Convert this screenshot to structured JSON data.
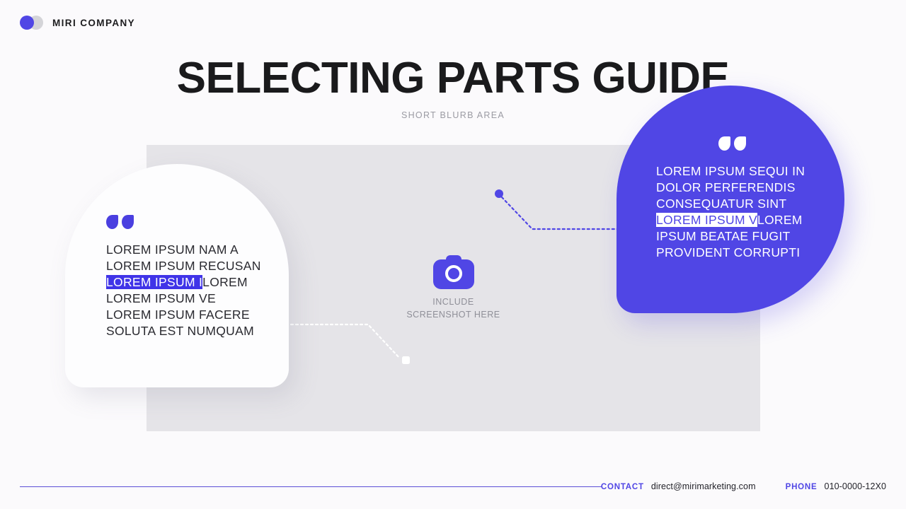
{
  "brand": {
    "name": "MIRI COMPANY",
    "logo_primary_color": "#5046e5",
    "logo_secondary_color": "#d4d4d8"
  },
  "header": {
    "title": "SELECTING PARTS GUIDE",
    "subtitle": "SHORT BLURB AREA"
  },
  "screenshot_area": {
    "placeholder_text": "INCLUDE\nSCREENSHOT HERE",
    "icon": "camera-icon",
    "panel_color": "#e5e4e8"
  },
  "left_quote": {
    "quote_icon": "quote-mark-icon",
    "line_1": "LOREM IPSUM NAM A\nLOREM IPSUM RECUSAN\n",
    "selected_text": "LOREM IPSUM I",
    "line_2": "LOREM\nLOREM IPSUM VE\nLOREM IPSUM FACERE\nSOLUTA EST NUMQUAM",
    "text_color": "#2a2a30",
    "selection_color": "#4034e8"
  },
  "right_quote": {
    "quote_icon": "quote-mark-icon",
    "line_1": "LOREM IPSUM SEQUI IN\nDOLOR PERFERENDIS\nCONSEQUATUR SINT\n",
    "selected_text": "LOREM IPSUM V",
    "line_2": "LOREM\nIPSUM BEATAE FUGIT\nPROVIDENT CORRUPTI",
    "background_color": "#5046e5",
    "text_color": "#ffffff"
  },
  "footer": {
    "contact_label": "CONTACT",
    "contact_value": "direct@mirimarketing.com",
    "phone_label": "PHONE",
    "phone_value": "010-0000-12X0",
    "accent_color": "#5046e5"
  }
}
